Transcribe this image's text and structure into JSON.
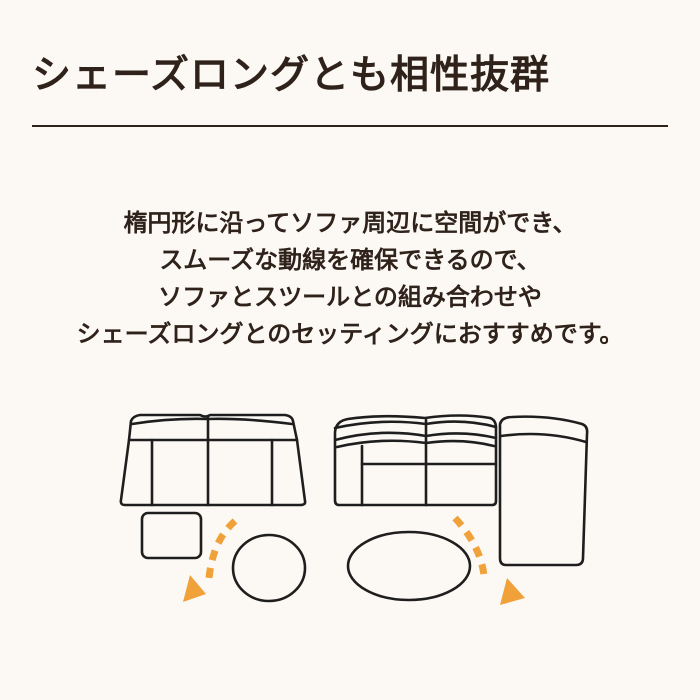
{
  "title": "シェーズロングとも相性抜群",
  "description": {
    "lines": [
      "楕円形に沿ってソファ周辺に空間ができ、",
      "スムーズな動線を確保できるので、",
      "ソファとスツールとの組み合わせや",
      "シェーズロングとのセッティングにおすすめです。"
    ]
  },
  "illustrations": {
    "left": {
      "items": [
        "sofa",
        "stool",
        "round-table",
        "flow-arrow"
      ]
    },
    "right": {
      "items": [
        "sofa",
        "chaise-longue",
        "oval-table",
        "flow-arrow"
      ]
    }
  },
  "colors": {
    "background": "#fcf9f4",
    "text": "#2f221a",
    "line": "#1e1e1e",
    "arrow": "#f0a13a"
  }
}
